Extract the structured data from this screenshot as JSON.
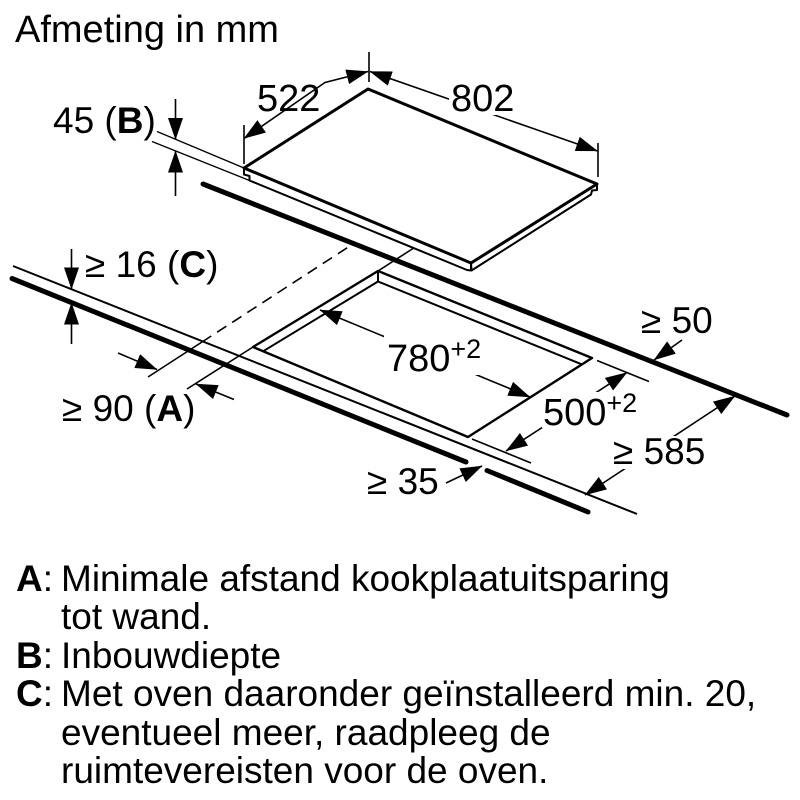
{
  "title": "Afmeting in mm",
  "diagram": {
    "labels": {
      "top_width": "802",
      "top_depth": "522",
      "build_in_depth": {
        "pre": "45 (",
        "letter": "B",
        "post": ")"
      },
      "worktop_thickness": {
        "pre": "≥ 16 (",
        "letter": "C",
        "post": ")"
      },
      "wall_distance": {
        "pre": "≥ 90 (",
        "letter": "A",
        "post": ")"
      },
      "rear_clearance": "≥ 50",
      "total_depth": "≥ 585",
      "front_clearance": "≥ 35",
      "cutout_width": {
        "value": "780",
        "tolerance": "+2"
      },
      "cutout_depth": {
        "value": "500",
        "tolerance": "+2"
      }
    }
  },
  "legend": {
    "items": [
      {
        "key": "A",
        "sep": ":",
        "lines": [
          "Minimale afstand kookplaatuitsparing",
          "tot wand."
        ]
      },
      {
        "key": "B",
        "sep": ":",
        "lines": [
          "Inbouwdiepte"
        ]
      },
      {
        "key": "C",
        "sep": ":",
        "lines": [
          "Met oven daaronder geïnstalleerd min. 20,",
          "eventueel meer, raadpleeg de",
          "ruimtevereisten voor de oven."
        ]
      }
    ]
  }
}
